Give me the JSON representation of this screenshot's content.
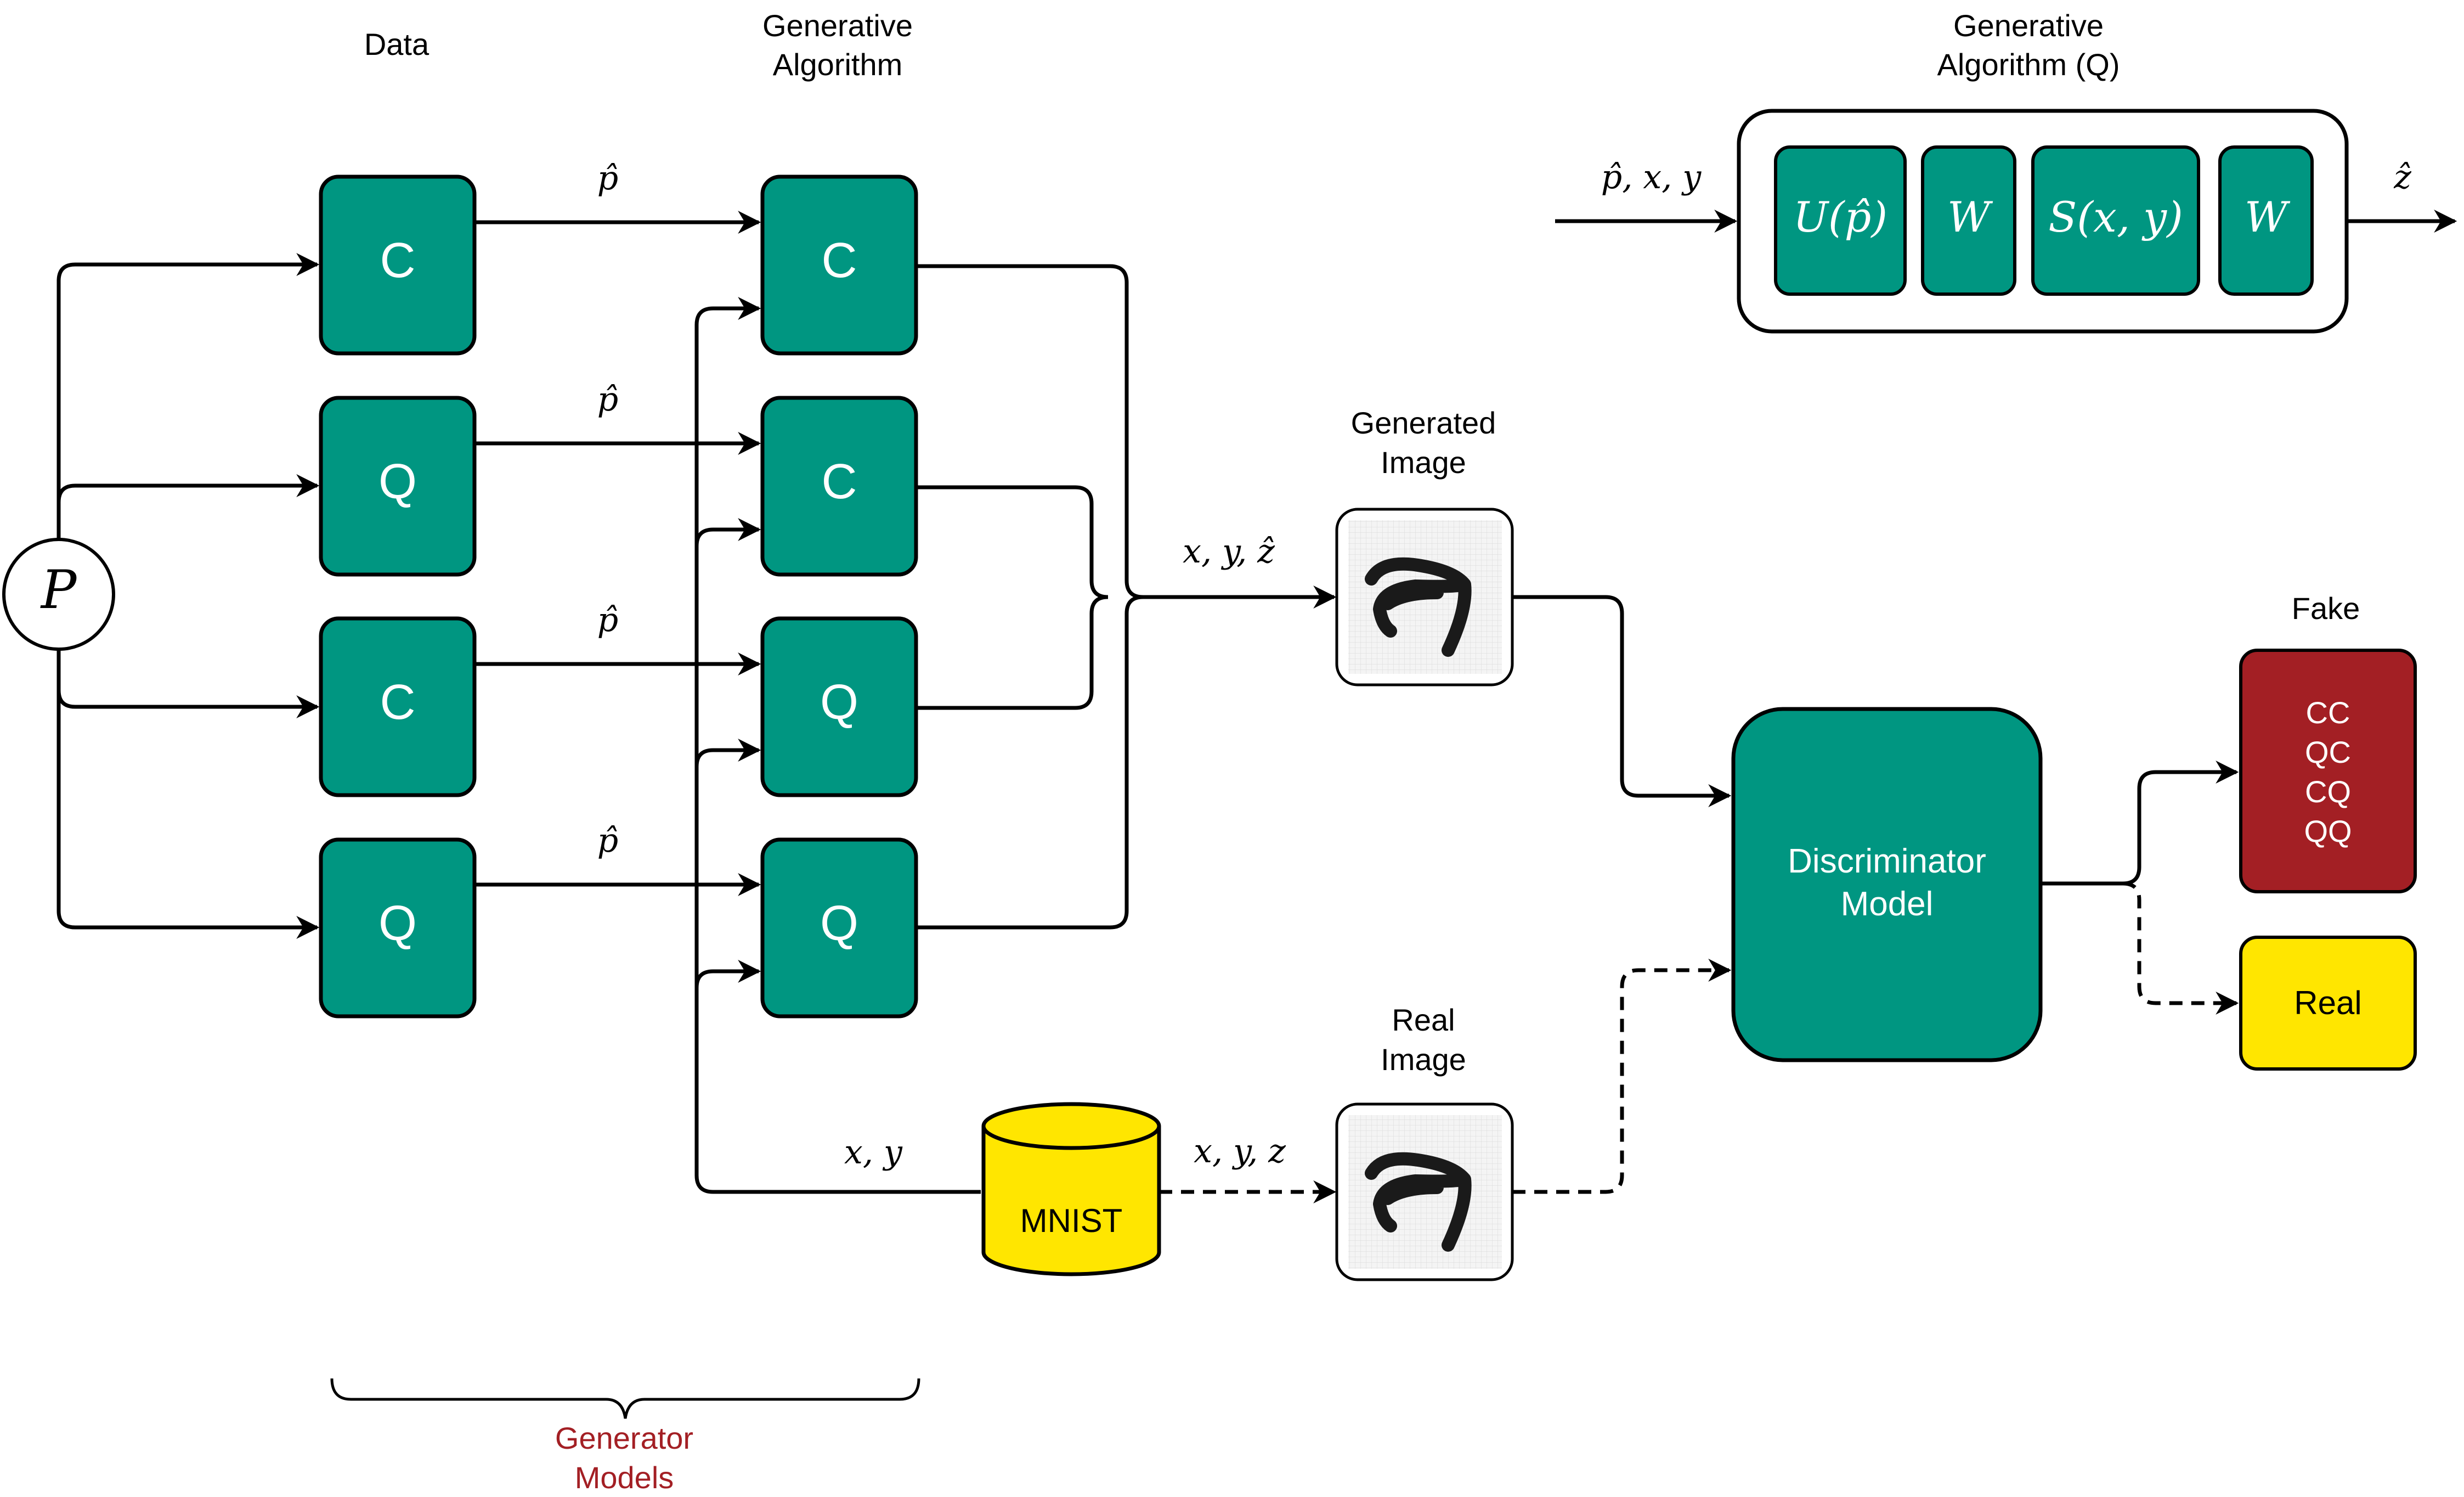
{
  "colors": {
    "teal": "#009681",
    "red": "#A31F24",
    "yellow": "#FFE600",
    "stroke": "#000000",
    "white": "#FFFFFF",
    "label_red": "#A31F24"
  },
  "headers": {
    "data": "Data",
    "gen_alg_line1": "Generative",
    "gen_alg_line2": "Algorithm",
    "gen_alg_q_line1": "Generative",
    "gen_alg_q_line2": "Algorithm (Q)",
    "generated_line1": "Generated",
    "generated_line2": "Image",
    "real_img_line1": "Real",
    "real_img_line2": "Image",
    "fake": "Fake",
    "gen_models_line1": "Generator",
    "gen_models_line2": "Models"
  },
  "source_node": "P",
  "data_boxes": [
    "C",
    "Q",
    "C",
    "Q"
  ],
  "gen_boxes": [
    "C",
    "C",
    "Q",
    "Q"
  ],
  "edge_labels": {
    "p_hat": "p̂",
    "xyz_hat": "x, y, ẑ",
    "xy": "x, y",
    "xyz": "x, y, z",
    "pxy": "p̂, x, y",
    "z_hat": "ẑ"
  },
  "pipeline": [
    "U(p̂)",
    "W",
    "S(x, y)",
    "W"
  ],
  "mnist": "MNIST",
  "discriminator_line1": "Discriminator",
  "discriminator_line2": "Model",
  "fake_labels": [
    "CC",
    "QC",
    "CQ",
    "QQ"
  ],
  "real": "Real"
}
